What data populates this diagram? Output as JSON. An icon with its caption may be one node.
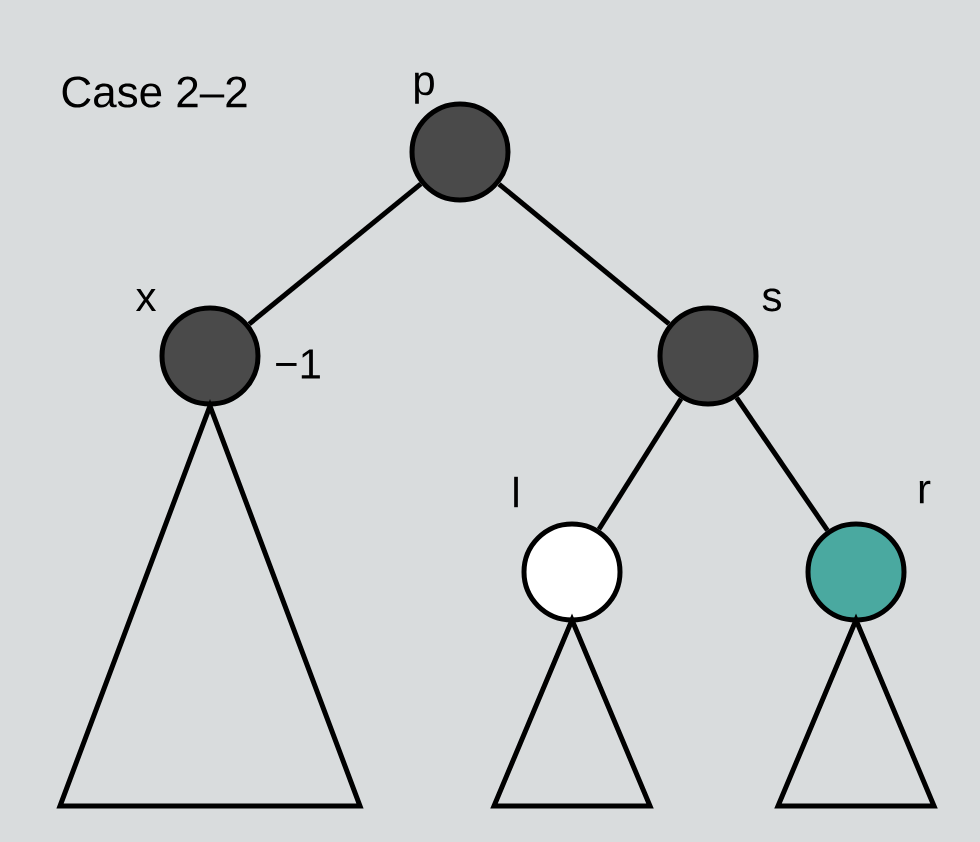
{
  "diagram": {
    "title": "Case 2–2",
    "nodes": [
      {
        "text": [],
        "shape": "circle",
        "beside": [
          "p"
        ]
      },
      {
        "text": [],
        "shape": "circle",
        "beside": [
          "x",
          "−1"
        ]
      },
      {
        "text": [],
        "shape": "triangle"
      },
      {
        "text": [],
        "shape": "circle",
        "beside": [
          "s"
        ]
      },
      {
        "text": [],
        "shape": "circle",
        "beside": [
          "l"
        ]
      },
      {
        "text": [],
        "shape": "triangle"
      },
      {
        "text": [],
        "shape": "circle",
        "beside": [
          "r"
        ]
      },
      {
        "text": [],
        "shape": "triangle"
      }
    ],
    "edges": [
      {
        "from": 0,
        "to": 1,
        "arrow": "none"
      },
      {
        "from": 0,
        "to": 3,
        "arrow": "none"
      },
      {
        "from": 3,
        "to": 4,
        "arrow": "none"
      },
      {
        "from": 3,
        "to": 6,
        "arrow": "none"
      }
    ]
  }
}
